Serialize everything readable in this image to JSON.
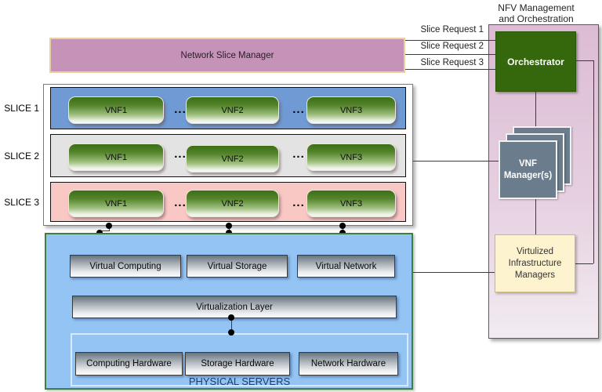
{
  "mano": {
    "title_line1": "NFV Management",
    "title_line2": "and Orchestration",
    "orchestrator_label": "Orchestrator",
    "vnf_manager_label": "VNF Manager(s)",
    "vim_label": "Virtulized Infrastructure Managers"
  },
  "nsm": {
    "label": "Network Slice Manager"
  },
  "slice_requests": [
    "Slice Request 1",
    "Slice Request 2",
    "Slice Request 3"
  ],
  "ellipsis": "...",
  "slices": [
    {
      "label": "SLICE 1",
      "bg": "#6f9ad3",
      "border": "#44699c",
      "vnfs": [
        "VNF1",
        "VNF2",
        "VNF3"
      ]
    },
    {
      "label": "SLICE 2",
      "bg": "#e3e3e3",
      "border": "#9a9a9a",
      "vnfs": [
        "VNF1",
        "VNF2",
        "VNF3"
      ]
    },
    {
      "label": "SLICE 3",
      "bg": "#f9c7c4",
      "border": "#cf9e9a",
      "vnfs": [
        "VNF1",
        "VNF2",
        "VNF3"
      ]
    }
  ],
  "nfvi": {
    "bg": "#93c4f3",
    "virtual_boxes": [
      "Virtual Computing",
      "Virtual Storage",
      "Virtual Network"
    ],
    "virtualization_layer_label": "Virtualization Layer",
    "hardware_boxes": [
      "Computing Hardware",
      "Storage Hardware",
      "Network Hardware"
    ],
    "physical_servers_label": "PHYSICAL SERVERS"
  },
  "colors": {
    "orchestrator_green": "#35680d",
    "vnf_manager_slate": "#6b7c8c",
    "vim_yellow": "#fdf3cf",
    "nsm_mauve": "#c493b7",
    "mano_panel_pink": "#dcbcd4",
    "vnf_gradient_green": "#3c6f15",
    "line_color": "#3c3c3c"
  }
}
